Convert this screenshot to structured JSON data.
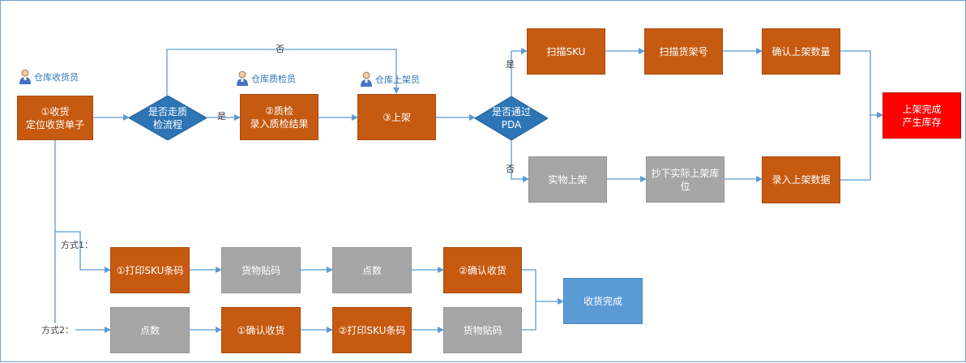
{
  "roles": [
    {
      "id": "receiver",
      "text": "仓库收货员"
    },
    {
      "id": "qc",
      "text": "仓库质检员"
    },
    {
      "id": "shelver",
      "text": "仓库上架员"
    }
  ],
  "nodes": {
    "receive": "①收货\n定位收货单子",
    "qc_decision": "是否走质\n检流程",
    "qc": "②质检\n录入质检结果",
    "shelve": "③上架",
    "pda_decision": "是否通过\nPDA",
    "scan_sku": "扫描SKU",
    "scan_shelf": "扫描货架号",
    "confirm_qty": "确认上架数量",
    "physical_shelve": "实物上架",
    "copy_location": "抄下实际上架库\n位",
    "enter_data": "录入上架数据",
    "done_stock": "上架完成\n产生库存",
    "m1_print": "①打印SKU条码",
    "m1_label": "货物贴码",
    "m1_count": "点数",
    "m1_confirm": "②确认收货",
    "m2_count": "点数",
    "m2_confirm": "①确认收货",
    "m2_print": "②打印SKU条码",
    "m2_label": "货物贴码",
    "receipt_done": "收货完成"
  },
  "edge_labels": {
    "no_top": "否",
    "yes_qc": "是",
    "yes_pda": "是",
    "no_pda": "否",
    "method1": "方式1：",
    "method2": "方式2："
  },
  "colors": {
    "process_orange": "#c65a11",
    "process_gray": "#a6a6a6",
    "decision_blue": "#2e75b6",
    "done_blue": "#5b9bd5",
    "final_red": "#ff0000",
    "connector": "#5b9bd5",
    "role_text": "#2e75b6"
  },
  "icons": {
    "role": "user-icon"
  }
}
